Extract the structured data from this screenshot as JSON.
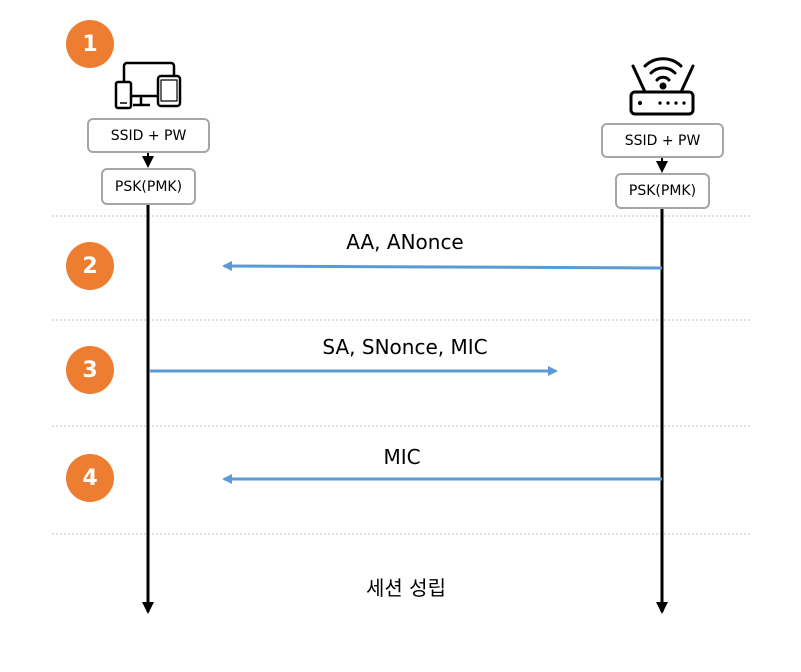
{
  "steps": [
    "1",
    "2",
    "3",
    "4"
  ],
  "client": {
    "icon": "laptop-devices-icon",
    "credential_label": "SSID + PW",
    "key_label": "PSK(PMK)"
  },
  "ap": {
    "icon": "wifi-router-icon",
    "credential_label": "SSID + PW",
    "key_label": "PSK(PMK)"
  },
  "messages": [
    {
      "text": "AA, ANonce",
      "direction": "ap-to-client"
    },
    {
      "text": "SA, SNonce, MIC",
      "direction": "client-to-ap"
    },
    {
      "text": "MIC",
      "direction": "ap-to-client"
    }
  ],
  "result_label": "세션 성립",
  "colors": {
    "step_badge": "#ED7D31",
    "arrow": "#5B9BD5",
    "lifeline": "#000000",
    "divider": "#bfbfbf",
    "box_border": "#a6a6a6"
  }
}
